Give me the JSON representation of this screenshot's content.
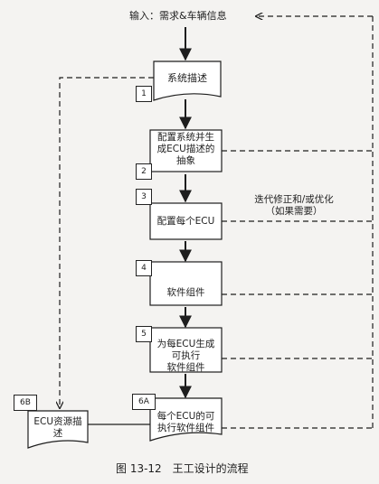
{
  "input_label": "输入：需求&车辆信息",
  "nodes": {
    "system_desc": {
      "label": "系统描述",
      "step": "1"
    },
    "config_system": {
      "label_lines": [
        "配置系统并生",
        "成ECU描述的",
        "抽象"
      ],
      "step": "2"
    },
    "config_ecu": {
      "label": "配置每个ECU",
      "step": "3"
    },
    "sw_components": {
      "label": "软件组件",
      "step": "4"
    },
    "gen_exec": {
      "label_lines": [
        "为每ECU生成",
        "可执行",
        "软件组件"
      ],
      "step": "5"
    },
    "exec_per_ecu": {
      "label_lines": [
        "每个ECU的可",
        "执行软件组件"
      ],
      "step": "6A"
    },
    "ecu_resource": {
      "label_lines": [
        "ECU资源描",
        "述"
      ],
      "step": "6B"
    }
  },
  "iteration_note": {
    "lines": [
      "迭代修正和/或优化",
      "（如果需要）"
    ]
  },
  "caption": "图 13-12　王工设计的流程"
}
